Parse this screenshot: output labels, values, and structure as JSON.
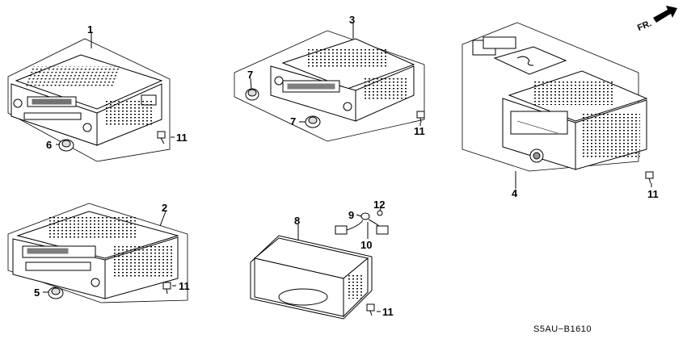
{
  "diagram": {
    "code": "S5AU−B1610",
    "direction_label": "FR.",
    "callouts": [
      "1",
      "2",
      "3",
      "4",
      "5",
      "6",
      "7",
      "7",
      "8",
      "9",
      "10",
      "11",
      "11",
      "11",
      "11",
      "11",
      "12"
    ]
  }
}
